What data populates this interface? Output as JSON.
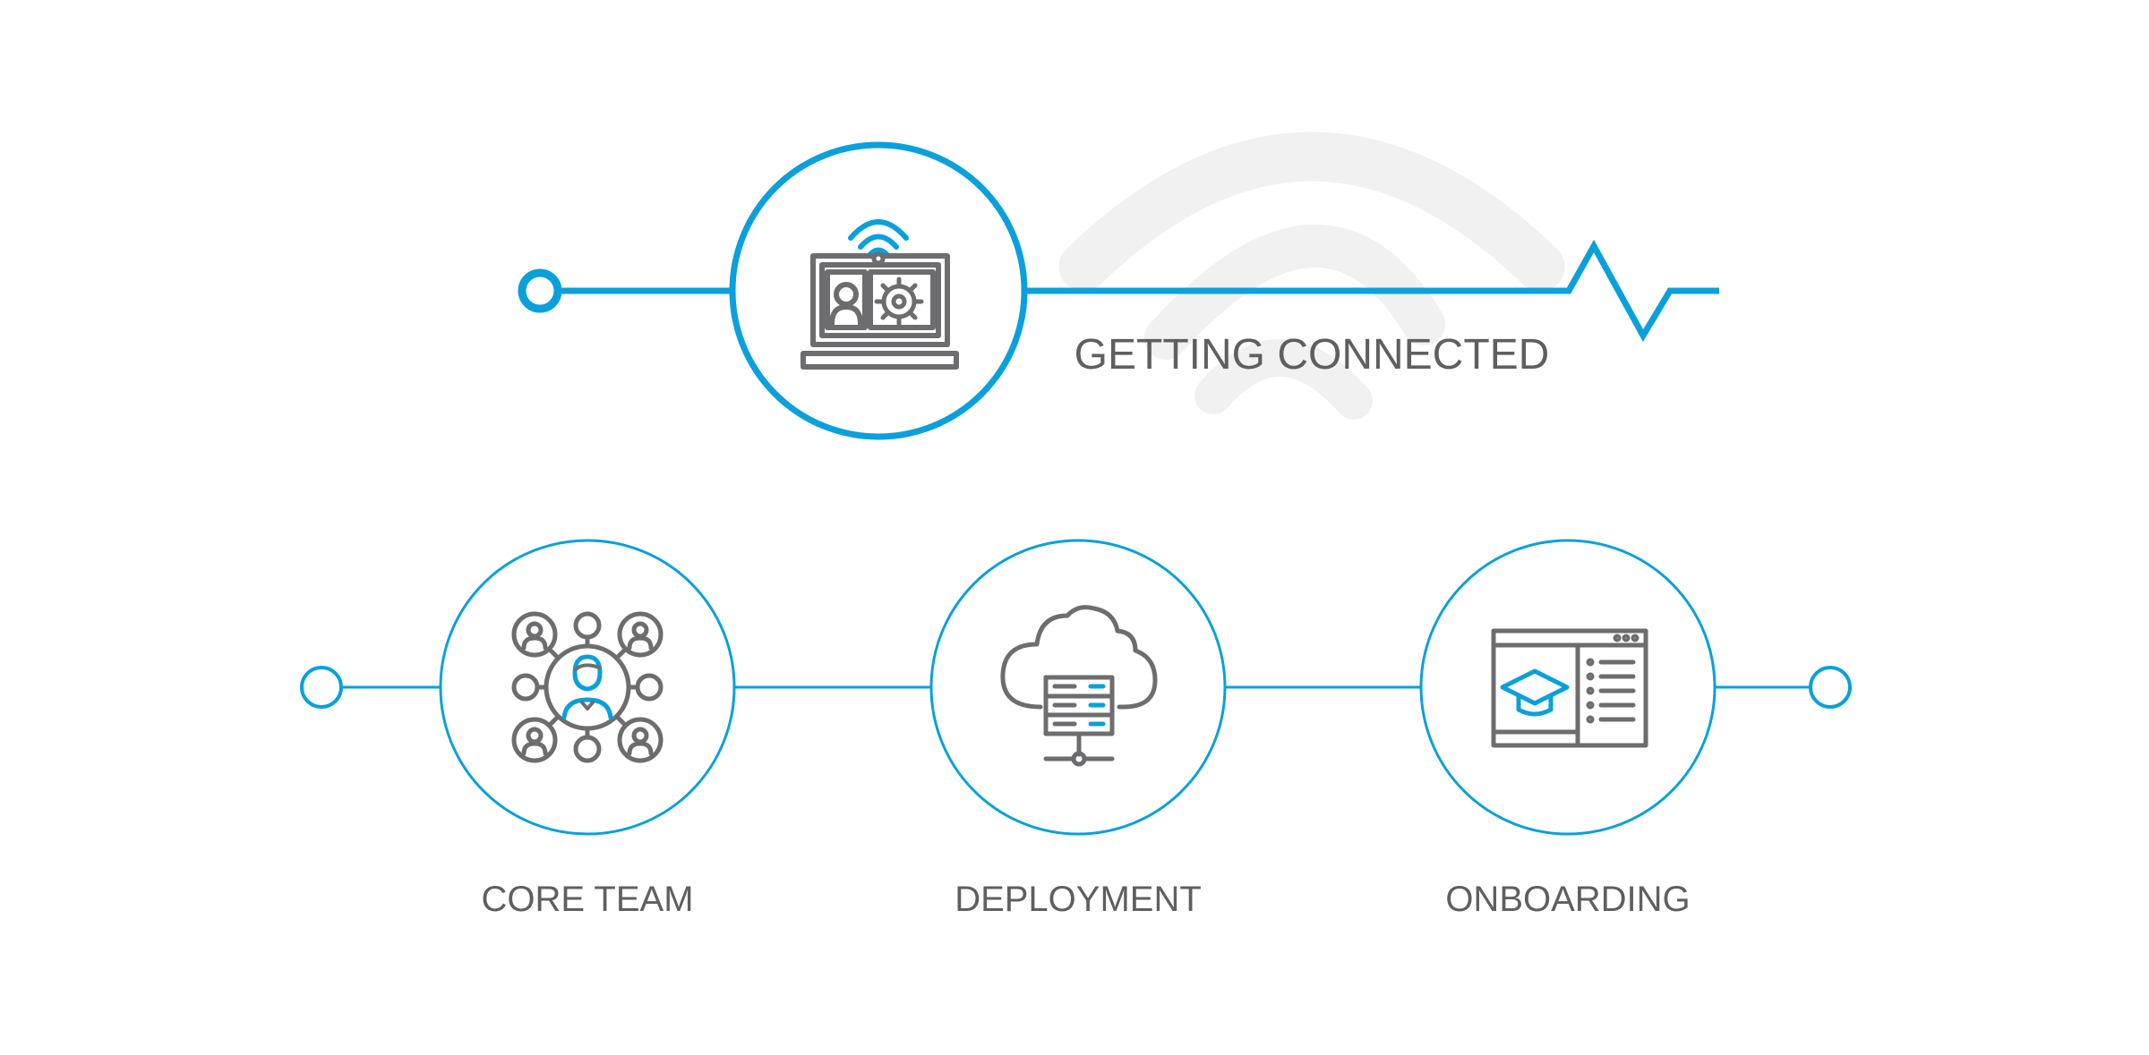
{
  "colors": {
    "accent": "#0aa0dc",
    "icon_gray": "#6d6d6f",
    "text_gray": "#5f5f61",
    "watermark": "#f1f1f1",
    "background": "#ffffff"
  },
  "top_stage": {
    "label": "GETTING CONNECTED",
    "icon": "laptop-wifi-video-call-icon",
    "watermark_icon": "wifi-watermark-icon"
  },
  "bottom_stages": [
    {
      "label": "CORE TEAM",
      "icon": "team-network-icon"
    },
    {
      "label": "DEPLOYMENT",
      "icon": "cloud-server-icon"
    },
    {
      "label": "ONBOARDING",
      "icon": "online-learning-icon"
    }
  ]
}
